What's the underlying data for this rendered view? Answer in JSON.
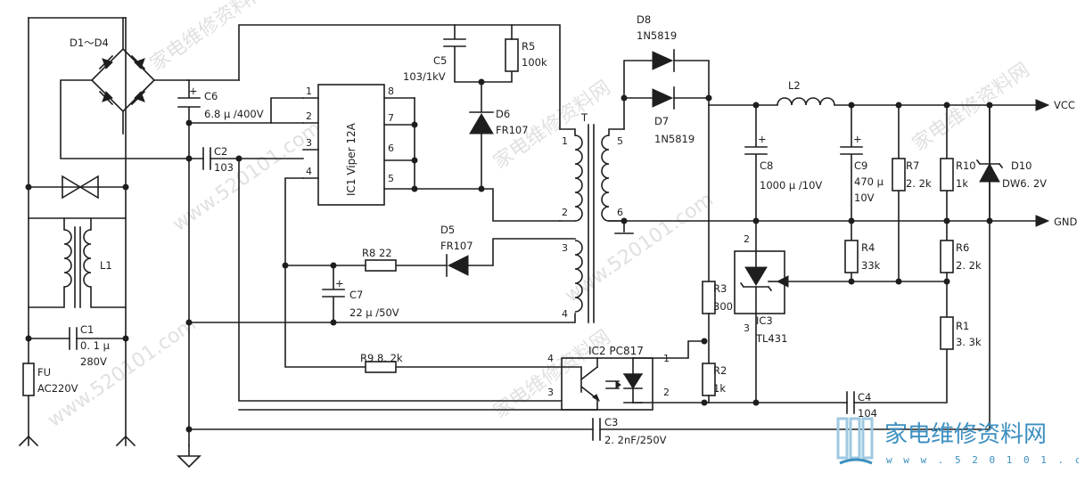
{
  "labels": {
    "d1d4": "D1～D4",
    "c6_name": "C6",
    "c6_value": "6.8 μ /400V",
    "c2_name": "C2",
    "c2_value": "103",
    "ic1": "IC1 Viper 12A",
    "c5_name": "C5",
    "c5_value": "103/1kV",
    "r5_name": "R5",
    "r5_value": "100k",
    "d6_name": "D6",
    "d6_value": "FR107",
    "t_name": "T",
    "d8_name": "D8",
    "d8_value": "1N5819",
    "d7_name": "D7",
    "d7_value": "1N5819",
    "l2_name": "L2",
    "vcc": "VCC",
    "gnd": "GND",
    "c8_name": "C8",
    "c8_value": "1000 μ /10V",
    "c9_name": "C9",
    "c9_value": "470 μ",
    "c9_value2": "10V",
    "r7_name": "R7",
    "r7_value": "2. 2k",
    "r10_name": "R10",
    "r10_value": "1k",
    "d10_name": "D10",
    "d10_value": "DW6. 2V",
    "r4_name": "R4",
    "r4_value": "33k",
    "r6_name": "R6",
    "r6_value": "2. 2k",
    "r3_name": "R3",
    "r3_value": "300",
    "ic3_name": "IC3",
    "ic3_value": "TL431",
    "r1_name": "R1",
    "r1_value": "3. 3k",
    "r2_name": "R2",
    "r2_value": "1k",
    "ic2": "IC2  PC817",
    "c4_name": "C4",
    "c4_value": "104",
    "c3_name": "C3",
    "c3_value": "2. 2nF/250V",
    "r8": "R8  22",
    "d5_name": "D5",
    "d5_value": "FR107",
    "c7_name": "C7",
    "c7_value": "22 μ /50V",
    "r9": "R9  8. 2k",
    "l1_name": "L1",
    "c1_name": "C1",
    "c1_value": "0. 1 μ",
    "c1_value2": "280V",
    "fu_name": "FU",
    "fu_value": "AC220V"
  },
  "pins": {
    "ic1": [
      "1",
      "2",
      "3",
      "4",
      "8",
      "7",
      "6",
      "5"
    ],
    "t": [
      "1",
      "2",
      "3",
      "4",
      "5",
      "6"
    ],
    "ic2": [
      "4",
      "3",
      "1",
      "2"
    ],
    "ic3": [
      "2",
      "3"
    ]
  },
  "watermark": {
    "text_a": "家电维修资料网",
    "text_b": "www.520101.com",
    "logo_cn": "家电维修资料网",
    "logo_url": "w w w . 5 2 0 1 0 1 . c o m"
  }
}
